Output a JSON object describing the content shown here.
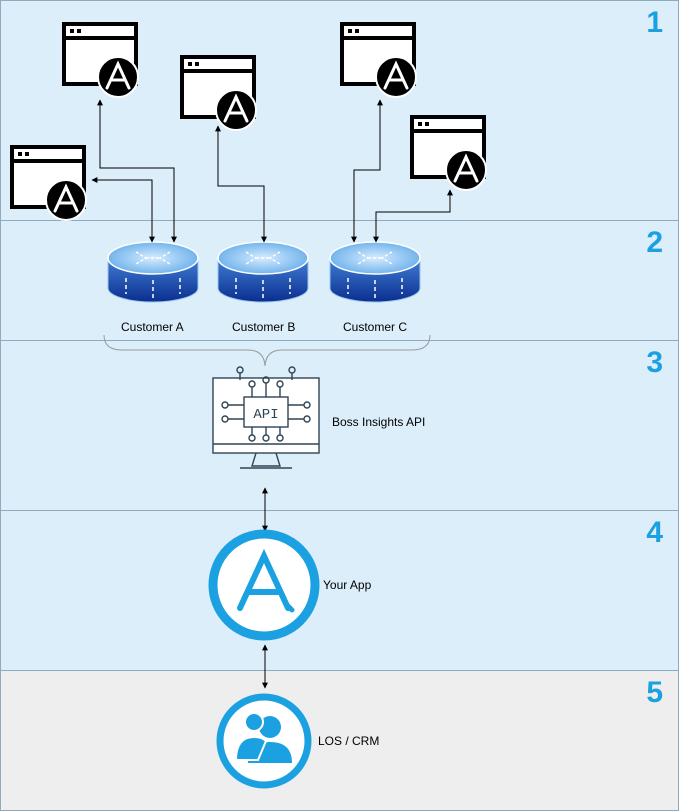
{
  "layers": [
    {
      "number": "1",
      "color": "#dbeefa"
    },
    {
      "number": "2",
      "color": "#dbeefa"
    },
    {
      "number": "3",
      "color": "#dbeefa"
    },
    {
      "number": "4",
      "color": "#dbeefa"
    },
    {
      "number": "5",
      "color": "#eeeeee"
    }
  ],
  "customers": [
    "Customer A",
    "Customer B",
    "Customer C"
  ],
  "api_label": "Boss Insights API",
  "app_label": "Your App",
  "crm_label": "LOS / CRM",
  "api_icon_text": "API",
  "icons": {
    "app_window": "app-store-window-icon",
    "customer": "database-router-icon",
    "api": "api-monitor-icon",
    "app": "app-store-circle-icon",
    "crm": "users-circle-icon"
  },
  "colors": {
    "accent": "#1ba1e2",
    "db_top": "#5fa9e8",
    "db_bottom": "#0b2e8f"
  }
}
